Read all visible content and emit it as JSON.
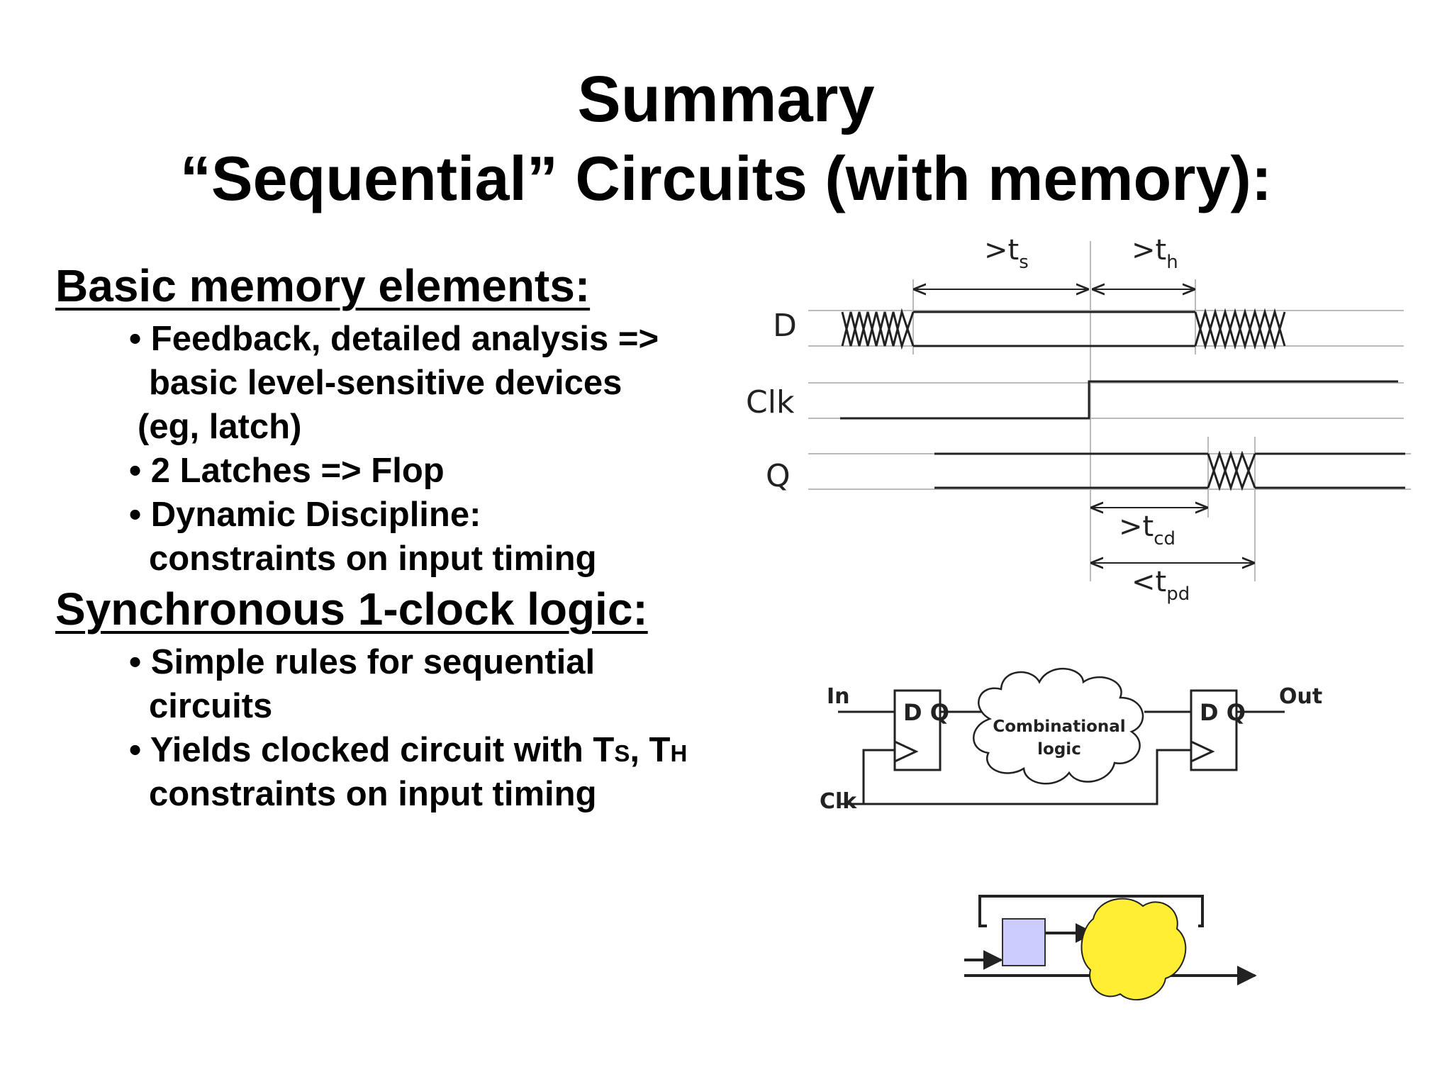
{
  "title": {
    "line1": "Summary",
    "line2": "“Sequential” Circuits (with memory):"
  },
  "sections": [
    {
      "heading": "Basic memory elements:",
      "bullets": [
        {
          "marker": "•",
          "lines": [
            "Feedback, detailed analysis =>",
            "basic level-sensitive devices",
            "(eg, latch)"
          ]
        },
        {
          "marker": "•",
          "lines": [
            "2 Latches => Flop"
          ]
        },
        {
          "marker": "•",
          "lines": [
            "Dynamic Discipline:",
            "constraints on input timing"
          ]
        }
      ]
    },
    {
      "heading": "Synchronous 1-clock logic:",
      "bullets": [
        {
          "marker": "•",
          "lines": [
            "Simple rules for sequential",
            "circuits"
          ]
        },
        {
          "marker": "•",
          "lines": [
            "Yields clocked circuit with T",
            "constraints on input timing"
          ],
          "sub_s": "S",
          "comma": ", T",
          "sub_h": "H"
        }
      ]
    }
  ],
  "timing_diagram": {
    "signals": [
      "D",
      "Clk",
      "Q"
    ],
    "t_setup": {
      "prefix": ">t",
      "sub": "s"
    },
    "t_hold": {
      "prefix": ">t",
      "sub": "h"
    },
    "t_cd": {
      "prefix": ">t",
      "sub": "cd"
    },
    "t_pd": {
      "prefix": "<t",
      "sub": "pd"
    }
  },
  "circuit_diagram": {
    "input_label": "In",
    "output_label": "Out",
    "clock_label": "Clk",
    "flop_label": "D Q",
    "logic_label_1": "Combinational",
    "logic_label_2": "logic"
  },
  "colors": {
    "register_fill": "#ccccff",
    "logic_blob_fill": "#ffee33"
  }
}
